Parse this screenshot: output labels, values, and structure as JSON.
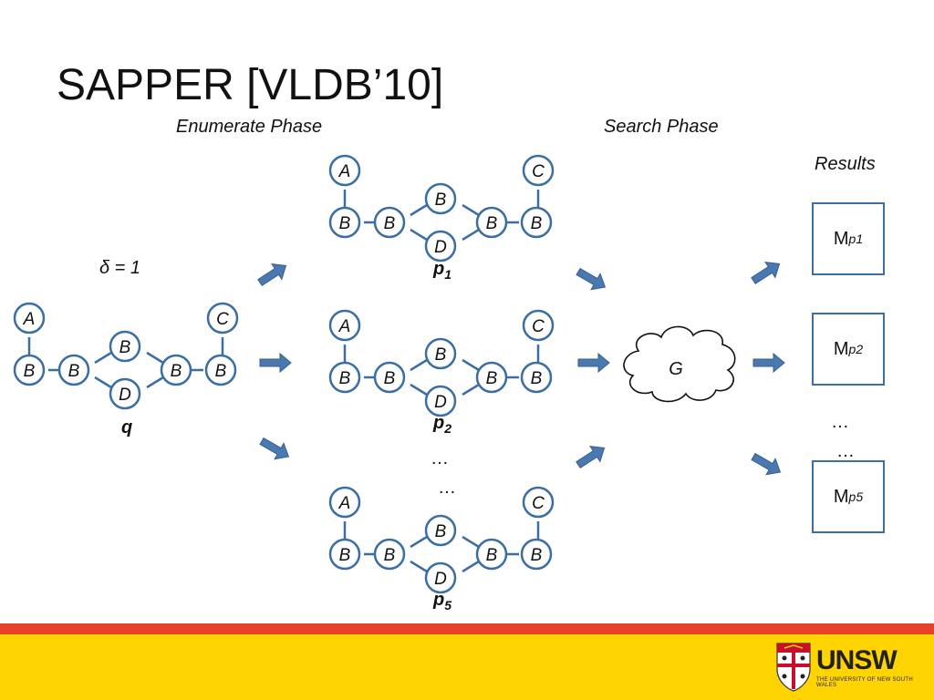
{
  "title": "SAPPER [VLDB’10]",
  "phases": {
    "enumerate": "Enumerate Phase",
    "search": "Search Phase",
    "results": "Results"
  },
  "delta": "δ = 1",
  "query_label": "q",
  "paths": [
    {
      "base": "p",
      "sub": "1"
    },
    {
      "base": "p",
      "sub": "2"
    },
    {
      "base": "p",
      "sub": "5"
    }
  ],
  "ellipsis": "…",
  "cloud_label": "G",
  "results": [
    {
      "base": "M",
      "sub": "p1"
    },
    {
      "base": "M",
      "sub": "p2"
    },
    {
      "base": "M",
      "sub": "p5"
    }
  ],
  "graph_nodes": [
    "A",
    "C",
    "B",
    "B",
    "B",
    "B",
    "B",
    "D"
  ],
  "logo": {
    "text": "UNSW",
    "subtext": "THE UNIVERSITY OF NEW SOUTH WALES"
  },
  "colors": {
    "node_stroke": "#3a6ea5",
    "arrow": "#4a78b0",
    "red_bar": "#e8402a",
    "yellow_bar": "#ffd400"
  }
}
